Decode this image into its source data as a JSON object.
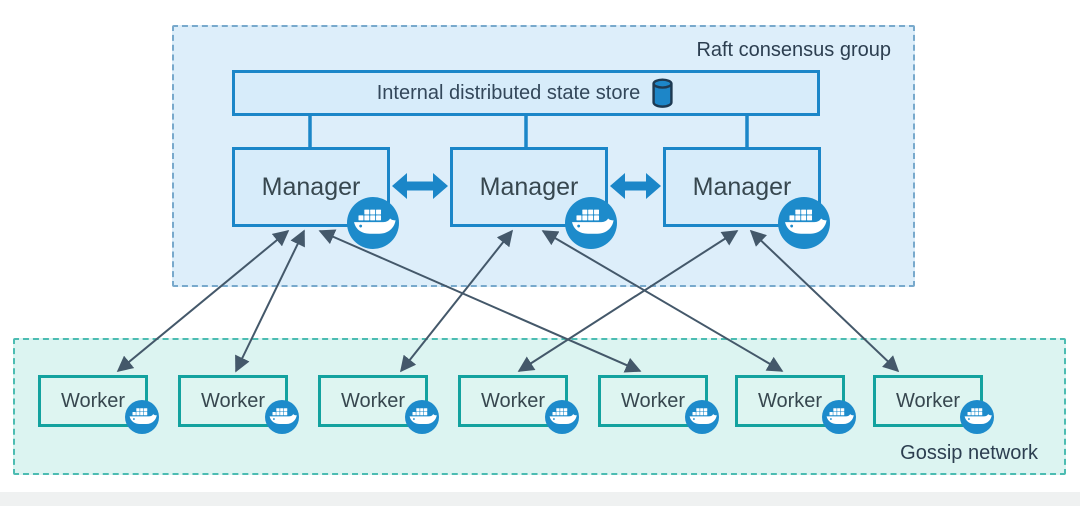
{
  "raft_group": {
    "label": "Raft consensus group"
  },
  "state_store": {
    "label": "Internal distributed state store",
    "icon": "database-icon"
  },
  "managers": [
    {
      "label": "Manager",
      "icon": "docker-whale-icon"
    },
    {
      "label": "Manager",
      "icon": "docker-whale-icon"
    },
    {
      "label": "Manager",
      "icon": "docker-whale-icon"
    }
  ],
  "gossip_network": {
    "label": "Gossip network"
  },
  "workers": [
    {
      "label": "Worker",
      "icon": "docker-whale-icon"
    },
    {
      "label": "Worker",
      "icon": "docker-whale-icon"
    },
    {
      "label": "Worker",
      "icon": "docker-whale-icon"
    },
    {
      "label": "Worker",
      "icon": "docker-whale-icon"
    },
    {
      "label": "Worker",
      "icon": "docker-whale-icon"
    },
    {
      "label": "Worker",
      "icon": "docker-whale-icon"
    },
    {
      "label": "Worker",
      "icon": "docker-whale-icon"
    }
  ],
  "edges": {
    "bidirectional": true,
    "store_to_manager": [
      "manager-1",
      "manager-2",
      "manager-3"
    ],
    "manager_to_manager": [
      [
        "manager-1",
        "manager-2"
      ],
      [
        "manager-2",
        "manager-3"
      ]
    ],
    "manager_to_worker": [
      [
        "manager-1",
        "worker-1"
      ],
      [
        "manager-1",
        "worker-2"
      ],
      [
        "manager-1",
        "worker-5"
      ],
      [
        "manager-2",
        "worker-3"
      ],
      [
        "manager-2",
        "worker-6"
      ],
      [
        "manager-3",
        "worker-4"
      ],
      [
        "manager-3",
        "worker-7"
      ]
    ]
  },
  "colors": {
    "raft_fill": "#ddeefa",
    "raft_border": "#78a9cc",
    "gossip_fill": "#dcf4f1",
    "gossip_border": "#4cbcb2",
    "blue_node_fill": "#d7ecfa",
    "blue_node_border": "#1b86c8",
    "teal_node_fill": "#def5f1",
    "teal_node_border": "#13a29f",
    "docker_blue": "#1d8bcb",
    "thin_arrow": "#44586a",
    "thick_arrow": "#1b86c8",
    "text_dark": "#2c3e50"
  }
}
